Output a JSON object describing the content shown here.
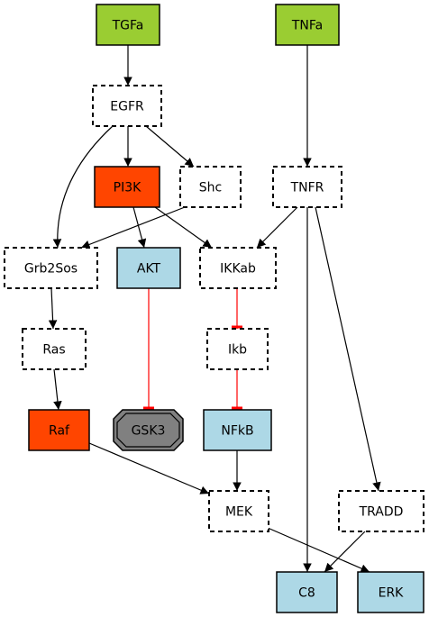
{
  "nodes": {
    "tgfa": {
      "label": "TGFa",
      "fill": "#9acd32",
      "style": "solid"
    },
    "tnfa": {
      "label": "TNFa",
      "fill": "#9acd32",
      "style": "solid"
    },
    "egfr": {
      "label": "EGFR",
      "fill": "#ffffff",
      "style": "dashed"
    },
    "pi3k": {
      "label": "PI3K",
      "fill": "#ff4500",
      "style": "solid"
    },
    "shc": {
      "label": "Shc",
      "fill": "#ffffff",
      "style": "dashed"
    },
    "tnfr": {
      "label": "TNFR",
      "fill": "#ffffff",
      "style": "dashed"
    },
    "grb2sos": {
      "label": "Grb2Sos",
      "fill": "#ffffff",
      "style": "dashed"
    },
    "akt": {
      "label": "AKT",
      "fill": "#add8e6",
      "style": "solid"
    },
    "ikkab": {
      "label": "IKKab",
      "fill": "#ffffff",
      "style": "dashed"
    },
    "ras": {
      "label": "Ras",
      "fill": "#ffffff",
      "style": "dashed"
    },
    "ikb": {
      "label": "Ikb",
      "fill": "#ffffff",
      "style": "dashed"
    },
    "raf": {
      "label": "Raf",
      "fill": "#ff4500",
      "style": "solid"
    },
    "gsk3": {
      "label": "GSK3",
      "fill": "#808080",
      "style": "solid",
      "shape": "octagon"
    },
    "nfkb": {
      "label": "NFkB",
      "fill": "#add8e6",
      "style": "solid"
    },
    "mek": {
      "label": "MEK",
      "fill": "#ffffff",
      "style": "dashed"
    },
    "tradd": {
      "label": "TRADD",
      "fill": "#ffffff",
      "style": "dashed"
    },
    "c8": {
      "label": "C8",
      "fill": "#add8e6",
      "style": "solid"
    },
    "erk": {
      "label": "ERK",
      "fill": "#add8e6",
      "style": "solid"
    }
  },
  "edges": [
    {
      "from": "tgfa",
      "to": "egfr",
      "type": "activation"
    },
    {
      "from": "egfr",
      "to": "pi3k",
      "type": "activation"
    },
    {
      "from": "egfr",
      "to": "shc",
      "type": "activation"
    },
    {
      "from": "egfr",
      "to": "grb2sos",
      "type": "activation"
    },
    {
      "from": "shc",
      "to": "grb2sos",
      "type": "activation"
    },
    {
      "from": "pi3k",
      "to": "akt",
      "type": "activation"
    },
    {
      "from": "pi3k",
      "to": "ikkab",
      "type": "activation"
    },
    {
      "from": "tnfa",
      "to": "tnfr",
      "type": "activation"
    },
    {
      "from": "tnfr",
      "to": "ikkab",
      "type": "activation"
    },
    {
      "from": "tnfr",
      "to": "c8",
      "type": "activation"
    },
    {
      "from": "tnfr",
      "to": "tradd",
      "type": "activation"
    },
    {
      "from": "grb2sos",
      "to": "ras",
      "type": "activation"
    },
    {
      "from": "ras",
      "to": "raf",
      "type": "activation"
    },
    {
      "from": "raf",
      "to": "mek",
      "type": "activation"
    },
    {
      "from": "akt",
      "to": "gsk3",
      "type": "inhibition"
    },
    {
      "from": "ikkab",
      "to": "ikb",
      "type": "inhibition"
    },
    {
      "from": "ikb",
      "to": "nfkb",
      "type": "inhibition"
    },
    {
      "from": "nfkb",
      "to": "mek",
      "type": "activation"
    },
    {
      "from": "mek",
      "to": "erk",
      "type": "activation"
    },
    {
      "from": "tradd",
      "to": "c8",
      "type": "activation"
    }
  ],
  "colors": {
    "activation_edge": "#000000",
    "inhibition_edge": "#ff0000",
    "node_border": "#000000"
  }
}
